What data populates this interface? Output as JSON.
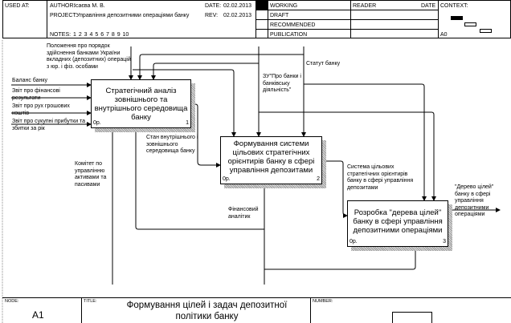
{
  "header": {
    "used_at": "USED AT:",
    "author_label": "AUTHOR:",
    "author": "Ісаєва М. В.",
    "project_label": "PROJECT:",
    "project": "Управління депозитними операціями банку",
    "notes_label": "NOTES:",
    "notes": "1 2 3 4 5 6 7 8 9 10",
    "date_label": "DATE:",
    "date": "02.02.2013",
    "rev_label": "REV:",
    "rev": "02.02.2013",
    "status": [
      "WORKING",
      "DRAFT",
      "RECOMMENDED",
      "PUBLICATION"
    ],
    "reader": "READER",
    "reader_date": "DATE",
    "context": "CONTEXT:",
    "context_node": "A0"
  },
  "boxes": [
    {
      "title": "Стратегічний аналіз зовнішнього та внутрішнього середовища банку",
      "cost": "0р.",
      "number": "1"
    },
    {
      "title": "Формування системи цільових стратегічних орієнтирів банку в сфері управління депозитами",
      "cost": "0р.",
      "number": "2"
    },
    {
      "title": "Розробка \"дерева цілей\" банку в сфері управління депозитними операціями",
      "cost": "0р.",
      "number": "3"
    }
  ],
  "arrows": {
    "control_regulation": "Положення про порядок здійснення банками України вкладних (депозитних) операцій з юр. і фіз. особами",
    "control_law": "ЗУ\"Про банки і банківську діяльність\"",
    "control_statute": "Статут банку",
    "input_balance": "Баланс банку",
    "input_financial_results": "Звіт про фінансові результати",
    "input_cash_flow": "Звіт про рух грошових коштів",
    "input_total_income": "Звіт про сукупні прибутки та збитки за рік",
    "output_state": "Стан внутрішнього і зовнішнього середовища банку",
    "output_system": "Система цільових стратегічних орієнтирів банку в сфері управління депозитами",
    "output_tree": "\"Дерево цілей\" банку в сфері управління депозитними операціями",
    "mechanism_committee": "Комітет по управлінню активами та пасивами",
    "mechanism_analyst": "Фінансовий аналітик"
  },
  "footer": {
    "node_label": "NODE:",
    "node": "A1",
    "title_label": "TITLE:",
    "title": "Формування цілей і задач депозитної політики банку",
    "number_label": "NUMBER:"
  }
}
